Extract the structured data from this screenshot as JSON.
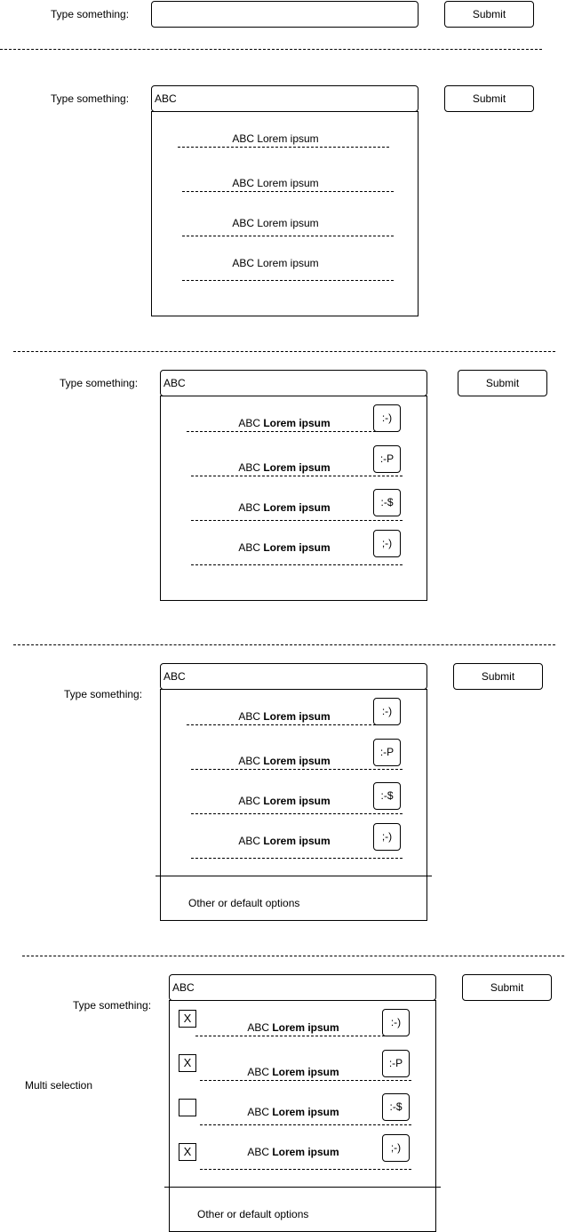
{
  "section1": {
    "label": "Type something:",
    "input_value": "",
    "submit": "Submit"
  },
  "section2": {
    "label": "Type something:",
    "input_value": "ABC",
    "submit": "Submit",
    "items": [
      "ABC Lorem ipsum",
      "ABC Lorem ipsum",
      "ABC Lorem ipsum",
      "ABC Lorem ipsum"
    ]
  },
  "section3": {
    "label": "Type something:",
    "input_value": "ABC",
    "submit": "Submit",
    "items": [
      {
        "prefix": "ABC ",
        "bold": "Lorem ipsum",
        "emoticon": ":-)"
      },
      {
        "prefix": "ABC ",
        "bold": "Lorem ipsum",
        "emoticon": ":-P"
      },
      {
        "prefix": "ABC ",
        "bold": "Lorem ipsum",
        "emoticon": ":-$"
      },
      {
        "prefix": "ABC ",
        "bold": "Lorem ipsum",
        "emoticon": ";-)"
      }
    ]
  },
  "section4": {
    "label": "Type something:",
    "input_value": "ABC",
    "submit": "Submit",
    "items": [
      {
        "prefix": "ABC ",
        "bold": "Lorem ipsum",
        "emoticon": ":-)"
      },
      {
        "prefix": "ABC ",
        "bold": "Lorem ipsum",
        "emoticon": ":-P"
      },
      {
        "prefix": "ABC ",
        "bold": "Lorem ipsum",
        "emoticon": ":-$"
      },
      {
        "prefix": "ABC ",
        "bold": "Lorem ipsum",
        "emoticon": ";-)"
      }
    ],
    "footer": "Other or default options"
  },
  "section5": {
    "label": "Type something:",
    "input_value": "ABC",
    "submit": "Submit",
    "side_label": "Multi selection",
    "items": [
      {
        "checkbox": "X",
        "prefix": "ABC ",
        "bold": "Lorem ipsum",
        "emoticon": ":-)"
      },
      {
        "checkbox": "X",
        "prefix": "ABC ",
        "bold": "Lorem ipsum",
        "emoticon": ":-P"
      },
      {
        "checkbox": "",
        "prefix": "ABC ",
        "bold": "Lorem ipsum",
        "emoticon": ":-$"
      },
      {
        "checkbox": "X",
        "prefix": "ABC ",
        "bold": "Lorem ipsum",
        "emoticon": ";-)"
      }
    ],
    "footer": "Other or default options"
  }
}
